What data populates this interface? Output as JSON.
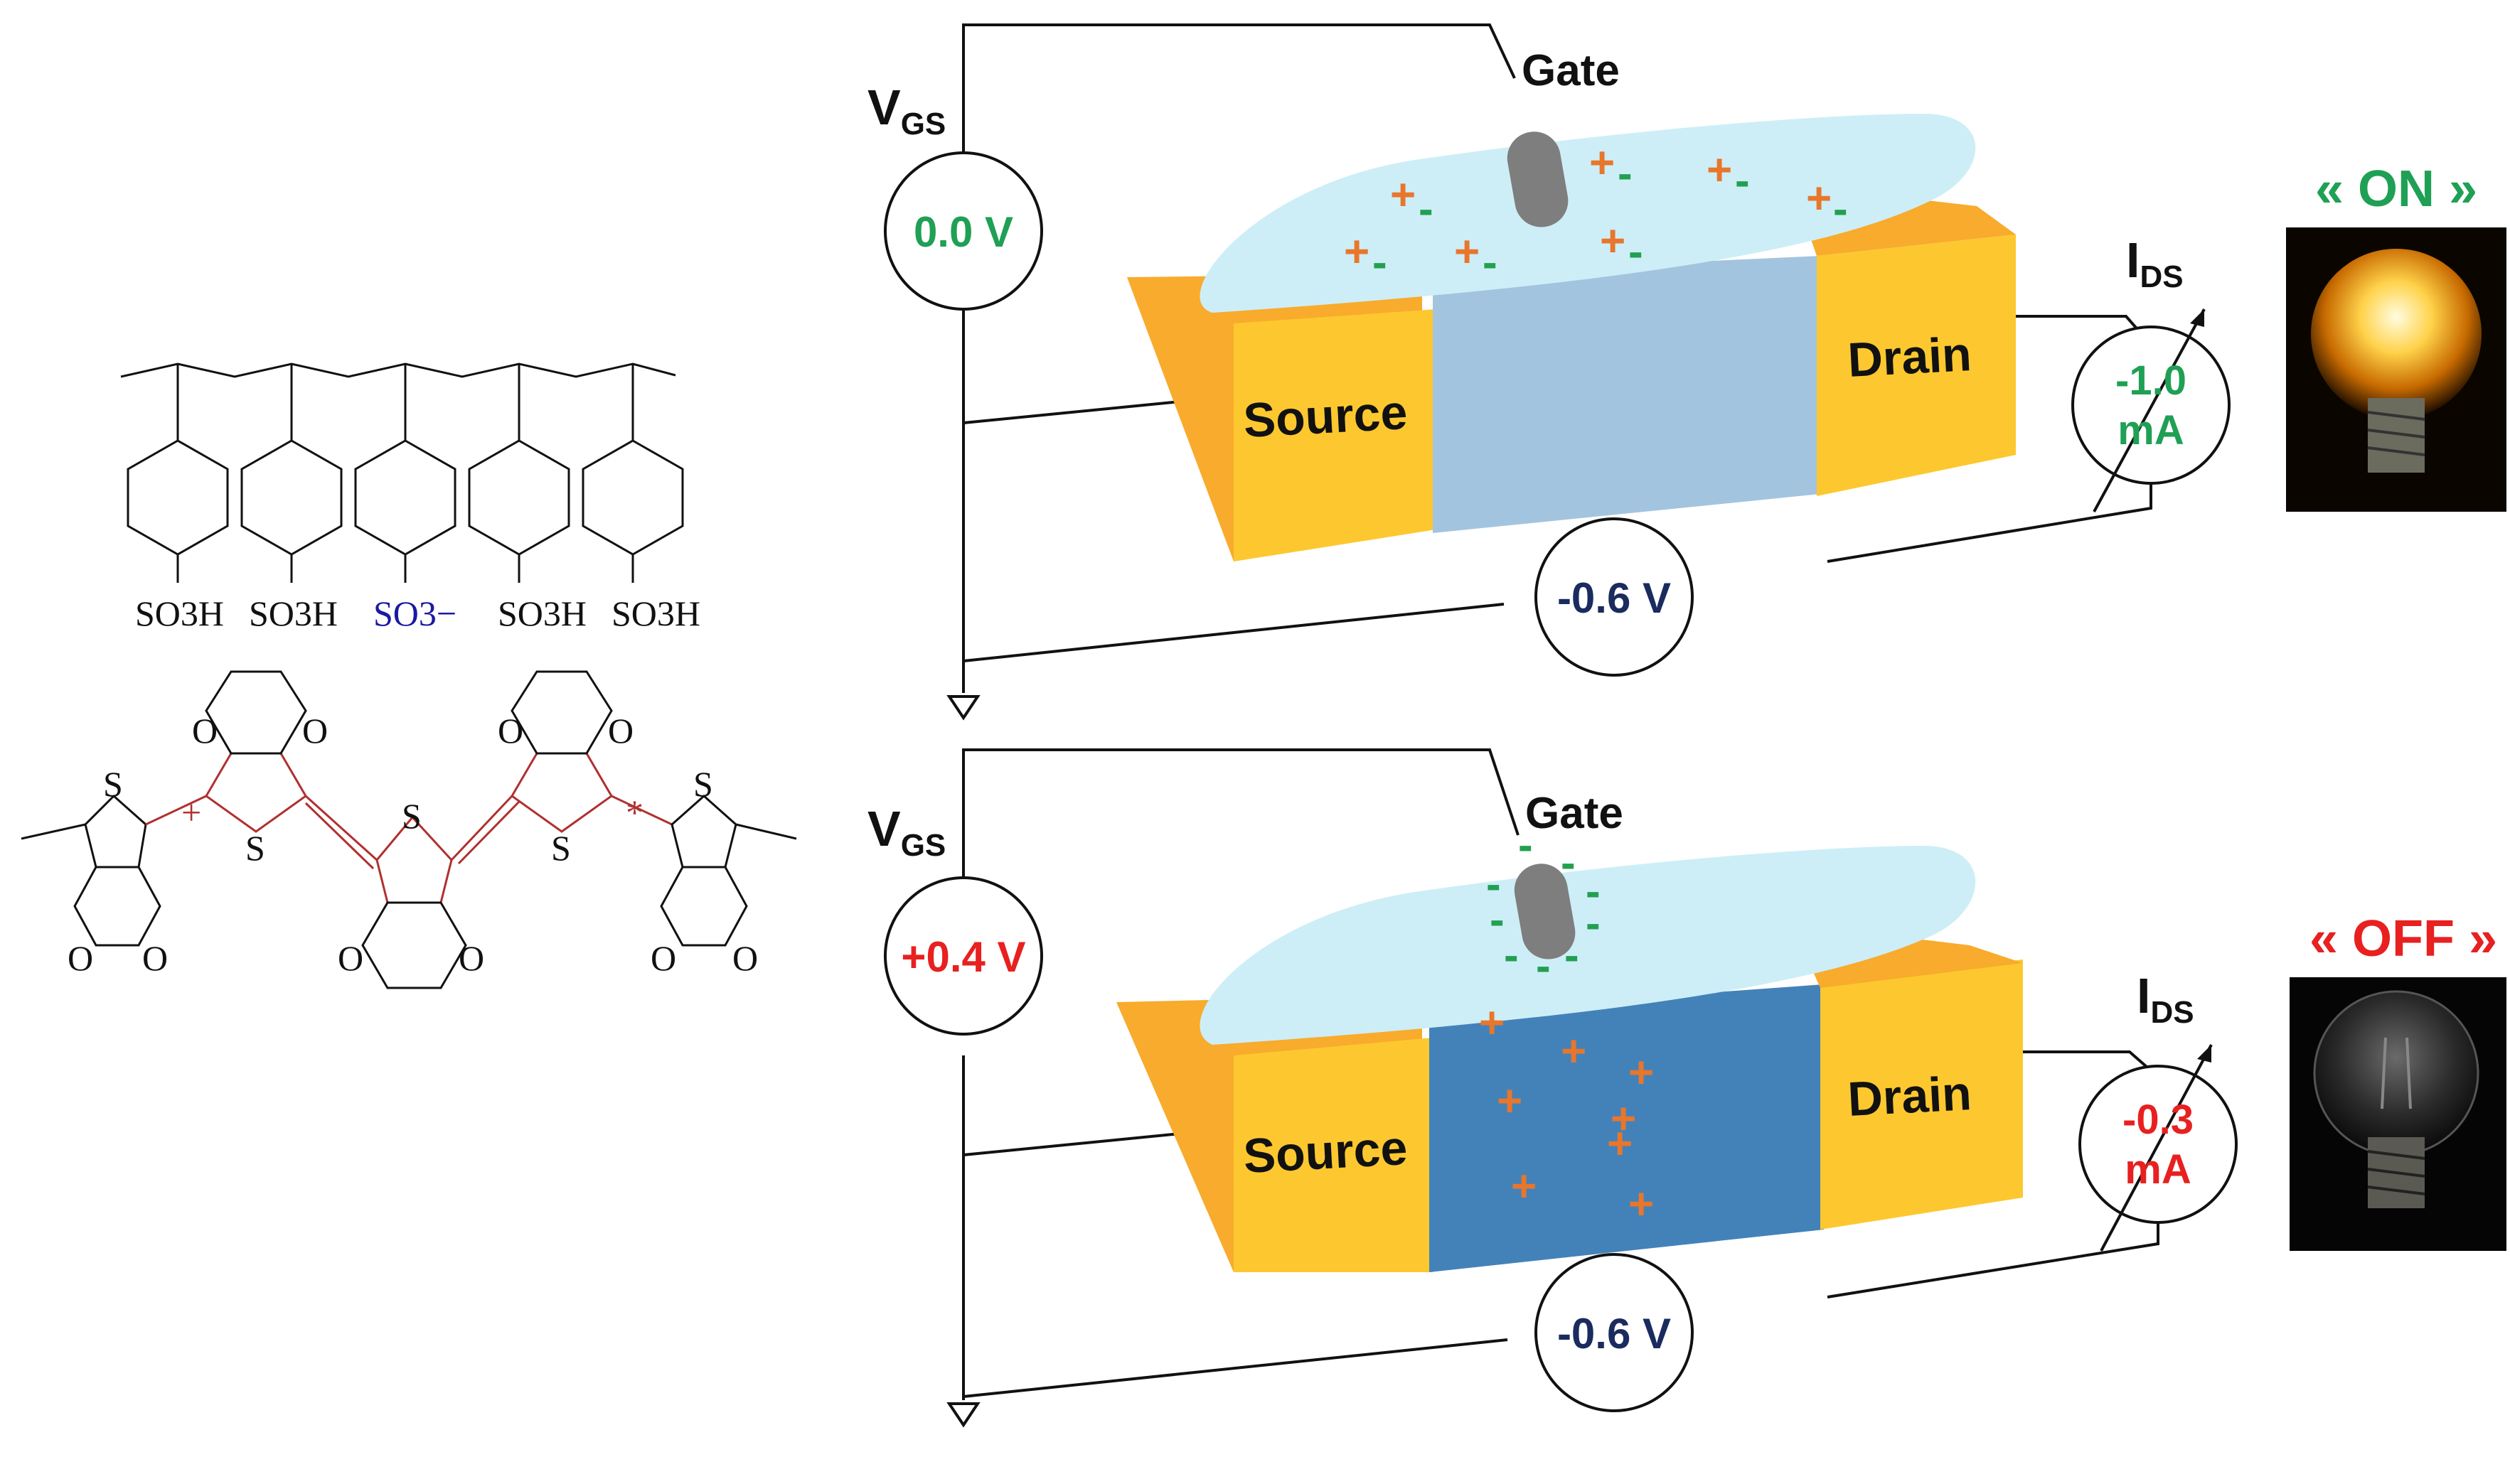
{
  "chemistry": {
    "pss_groups": [
      "SO3H",
      "SO3H",
      "SO3−",
      "SO3H",
      "SO3H"
    ],
    "pedot": {
      "sulfur": "S",
      "oxygen": "O",
      "plus_mark": "+",
      "star_mark": "*"
    }
  },
  "top_panel": {
    "vgs_label": "V",
    "vgs_sub": "GS",
    "vgs_value": "0.0 V",
    "gate_label": "Gate",
    "source_label": "Source",
    "drain_label": "Drain",
    "ids_label": "I",
    "ids_sub": "DS",
    "ids_value": "-1.0",
    "ids_unit": "mA",
    "vds_value": "-0.6 V",
    "state_label": "« ON »",
    "state_color": "#1fa055",
    "channel_color": "#a3c4de"
  },
  "bottom_panel": {
    "vgs_label": "V",
    "vgs_sub": "GS",
    "vgs_value": "+0.4 V",
    "gate_label": "Gate",
    "source_label": "Source",
    "drain_label": "Drain",
    "ids_label": "I",
    "ids_sub": "DS",
    "ids_value": "-0.3",
    "ids_unit": "mA",
    "vds_value": "-0.6 V",
    "state_label": "« OFF »",
    "state_color": "#e82020",
    "channel_color": "#4382b9"
  },
  "ions": {
    "cation": "+",
    "anion": "-",
    "cation_color": "#e8762b",
    "anion_color": "#22a050"
  },
  "colors": {
    "electrolyte": "#cdeef7",
    "contact_front": "#fdc82f",
    "contact_side": "#f8ab2c",
    "value_dark": "#1a2b5e"
  }
}
